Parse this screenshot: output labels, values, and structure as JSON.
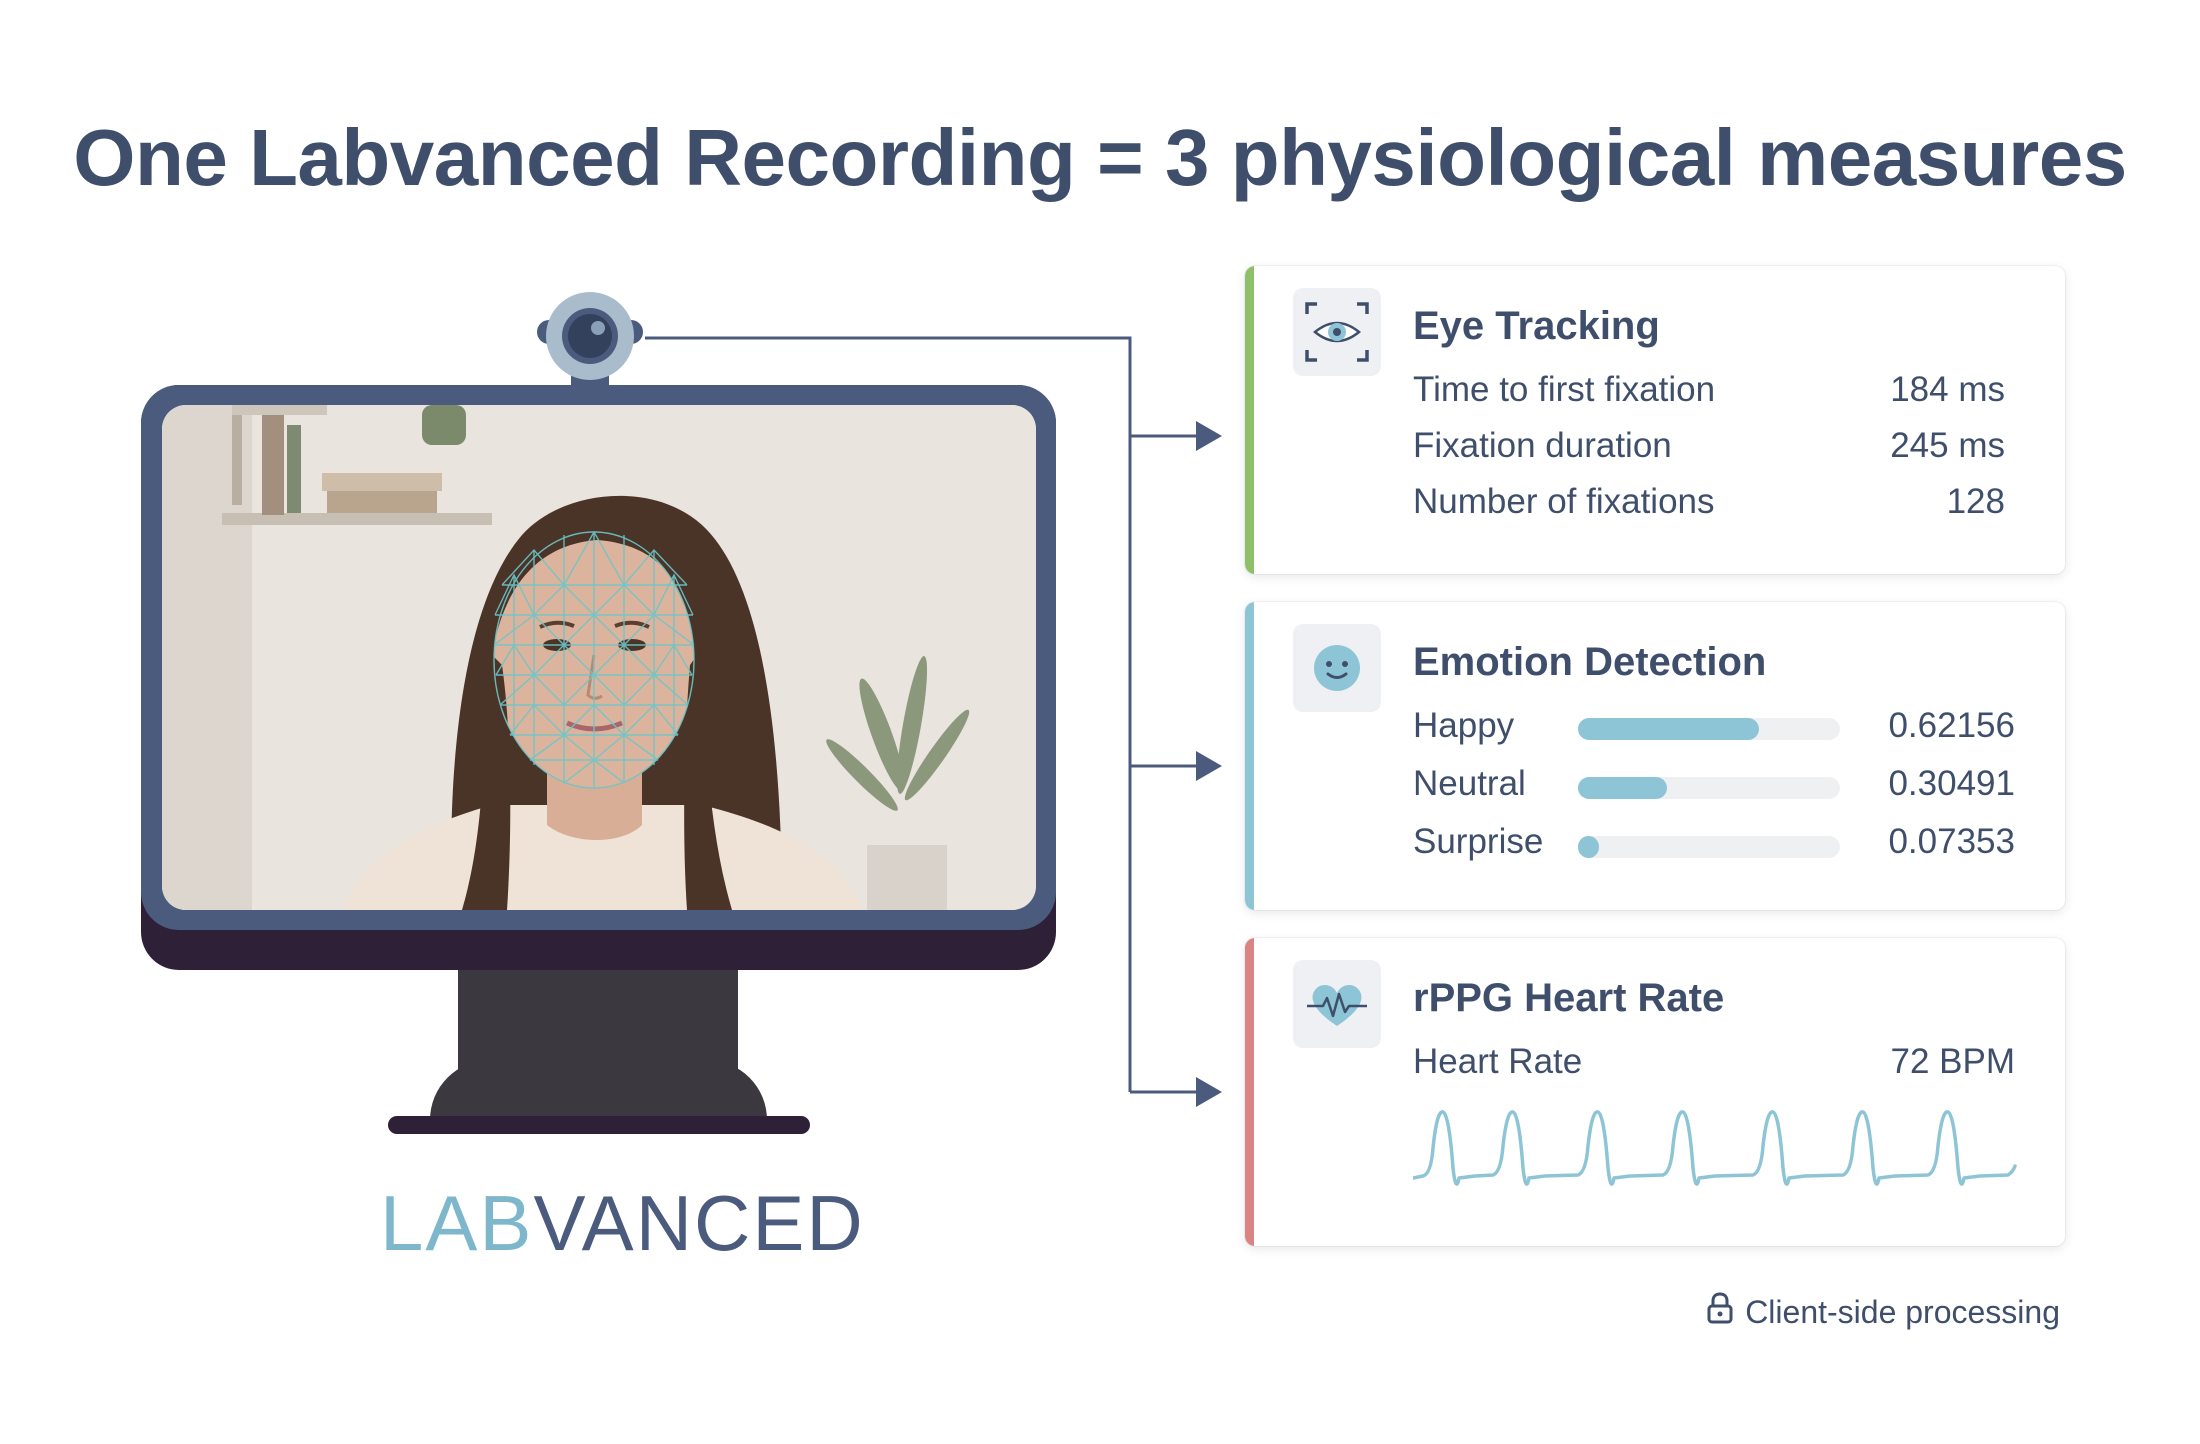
{
  "title": "One Labvanced Recording = 3 physiological measures",
  "logo": {
    "part1": "LAB",
    "part2": "VANCED"
  },
  "cards": {
    "eye_tracking": {
      "icon": "eye-icon",
      "title": "Eye Tracking",
      "accent_color": "#8dc068",
      "rows": [
        {
          "label": "Time to first fixation",
          "value": "184 ms"
        },
        {
          "label": "Fixation duration",
          "value": "245 ms"
        },
        {
          "label": "Number of fixations",
          "value": "128"
        }
      ]
    },
    "emotion_detection": {
      "icon": "smiley-face-icon",
      "title": "Emotion Detection",
      "accent_color": "#8ec5d6",
      "rows": [
        {
          "label": "Happy",
          "value": "0.62156",
          "level": 0.62156
        },
        {
          "label": "Neutral",
          "value": "0.30491",
          "level": 0.30491
        },
        {
          "label": "Surprise",
          "value": "0.07353",
          "level": 0.07353
        }
      ]
    },
    "heart_rate": {
      "icon": "heart-pulse-icon",
      "title": "rPPG Heart Rate",
      "accent_color": "#d98383",
      "rows": [
        {
          "label": "Heart Rate",
          "value": "72 BPM"
        }
      ]
    }
  },
  "footer": {
    "icon": "lock-icon",
    "text": "Client-side processing"
  }
}
